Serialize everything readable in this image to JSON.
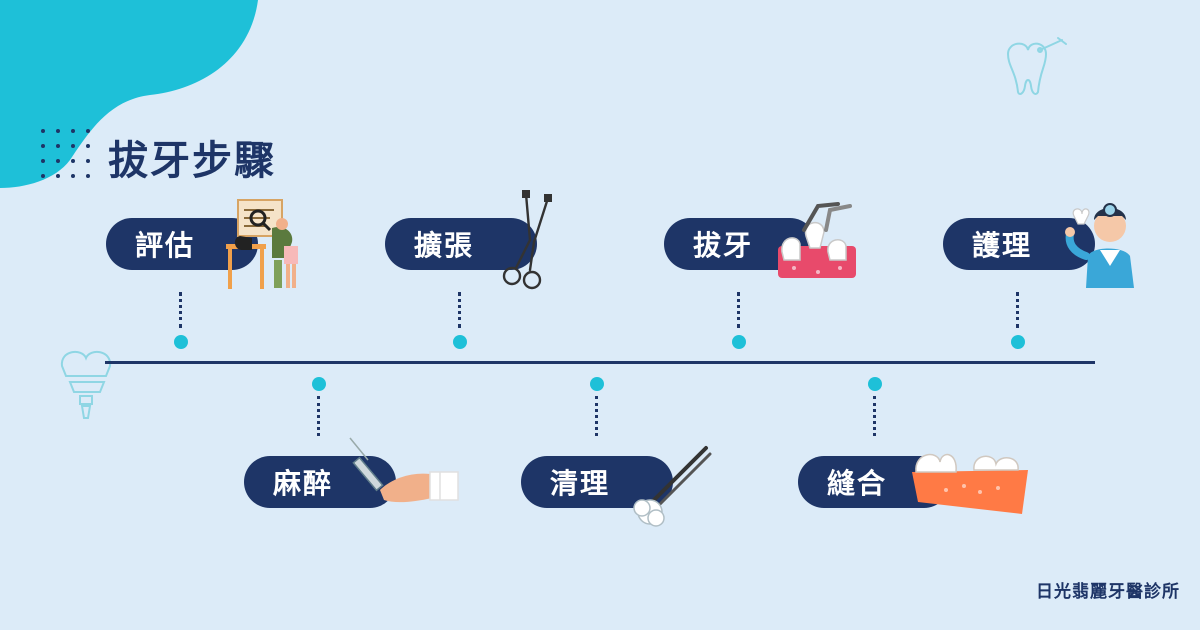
{
  "title": "拔牙步驟",
  "steps": {
    "top": [
      {
        "label": "評估"
      },
      {
        "label": "擴張"
      },
      {
        "label": "拔牙"
      },
      {
        "label": "護理"
      }
    ],
    "bottom": [
      {
        "label": "麻醉"
      },
      {
        "label": "清理"
      },
      {
        "label": "縫合"
      }
    ]
  },
  "brand": "日光翡麗牙醫診所",
  "colors": {
    "background": "#dcebf8",
    "accent": "#1ec0d8",
    "navy": "#1e3567",
    "gum": "#e84a6b",
    "jaw": "#ff7a45"
  },
  "icons": [
    "tooth-drill-icon",
    "tooth-crown-icon",
    "dentist-consultation-icon",
    "dental-forceps-icon",
    "tooth-extraction-icon",
    "dentist-icon",
    "anesthetic-syringe-icon",
    "cotton-tweezers-icon",
    "dental-arch-icon"
  ]
}
